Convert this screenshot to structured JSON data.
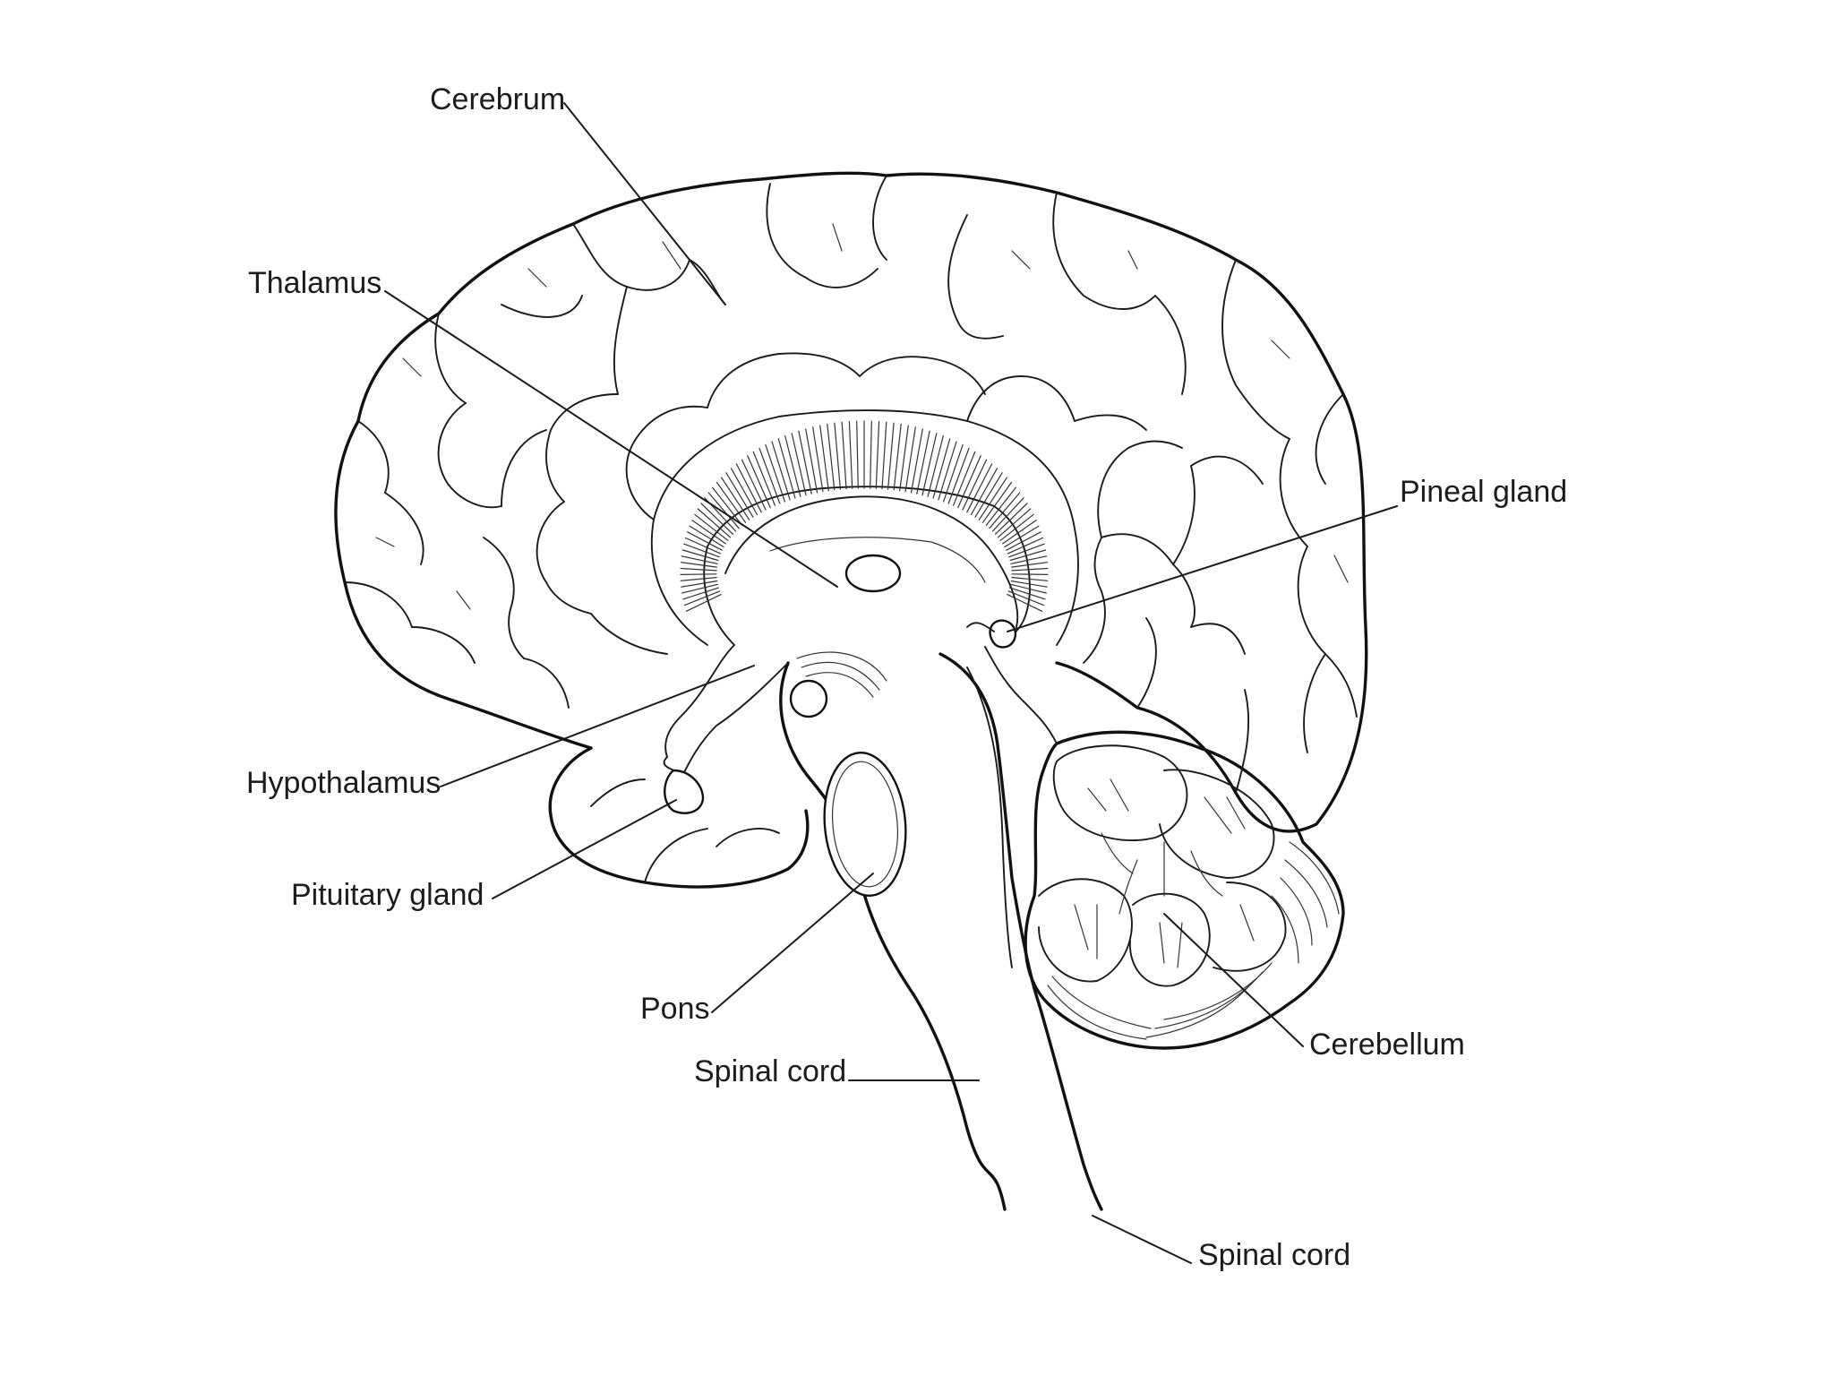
{
  "diagram": {
    "labels": {
      "cerebrum": "Cerebrum",
      "thalamus": "Thalamus",
      "pineal_gland": "Pineal gland",
      "hypothalamus": "Hypothalamus",
      "pituitary_gland": "Pituitary gland",
      "pons": "Pons",
      "spinal_cord_upper": "Spinal cord",
      "cerebellum": "Cerebellum",
      "spinal_cord_lower": "Spinal cord"
    }
  }
}
